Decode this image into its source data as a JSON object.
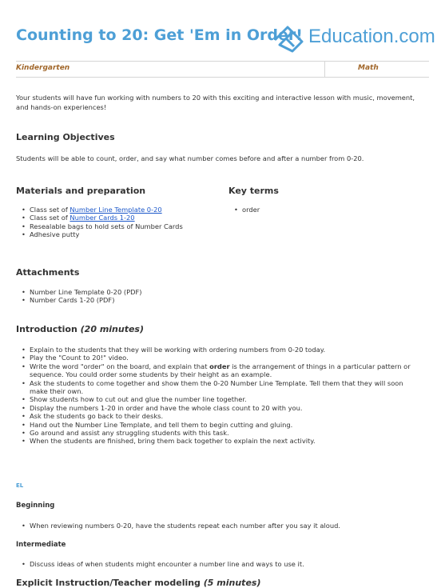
{
  "header": {
    "title": "Counting to 20: Get 'Em in Order!",
    "logo_text": "Education.com",
    "grade": "Kindergarten",
    "subject": "Math"
  },
  "intro_paragraph": "Your students will have fun working with numbers to 20 with this exciting and interactive lesson with music, movement, and hands-on experiences!",
  "objectives": {
    "heading": "Learning Objectives",
    "text": "Students will be able to count, order, and say what number comes before and after a number from 0-20."
  },
  "materials": {
    "heading": "Materials and preparation",
    "items": [
      {
        "prefix": "Class set of ",
        "link": "Number Line Template 0-20"
      },
      {
        "prefix": "Class set of ",
        "link": "Number Cards 1-20"
      },
      {
        "text": "Resealable bags to hold sets of Number Cards"
      },
      {
        "text": "Adhesive putty"
      }
    ]
  },
  "key_terms": {
    "heading": "Key terms",
    "items": [
      "order"
    ]
  },
  "attachments": {
    "heading": "Attachments",
    "items": [
      "Number Line Template 0-20 (PDF)",
      "Number Cards 1-20 (PDF)"
    ]
  },
  "introduction": {
    "heading": "Introduction",
    "duration": "(20 minutes)",
    "items": [
      "Explain to the students that they will be working with ordering numbers from 0-20 today.",
      "Play the \"Count to 20!\" video.",
      {
        "before": "Write the word \"order\" on the board, and explain that ",
        "bold": "order",
        "after": " is the arrangement of things in a particular pattern or sequence. You could order some students by their height as an example."
      },
      "Ask the students to come together and show them the 0-20 Number Line Template. Tell them that they will soon make their own.",
      "Show students how to cut out and glue the number line together.",
      "Display the numbers 1-20 in order and have the whole class count to 20 with you.",
      "Ask the students go back to their desks.",
      "Hand out the Number Line Template, and tell them to begin cutting and gluing.",
      "Go around and assist any struggling students with this task.",
      "When the students are finished, bring them back together to explain the next activity."
    ]
  },
  "el": {
    "label": "EL",
    "beginning": {
      "heading": "Beginning",
      "items": [
        "When reviewing numbers 0-20, have the students repeat each number after you say it aloud."
      ]
    },
    "intermediate": {
      "heading": "Intermediate",
      "items": [
        "Discuss ideas of when students might encounter a number line and ways to use it."
      ]
    }
  },
  "explicit": {
    "heading": "Explicit Instruction/Teacher modeling",
    "duration": "(5 minutes)"
  },
  "colors": {
    "brand_blue": "#4d9fd6",
    "meta_brown": "#a1672b",
    "link_blue": "#1a56c9"
  }
}
